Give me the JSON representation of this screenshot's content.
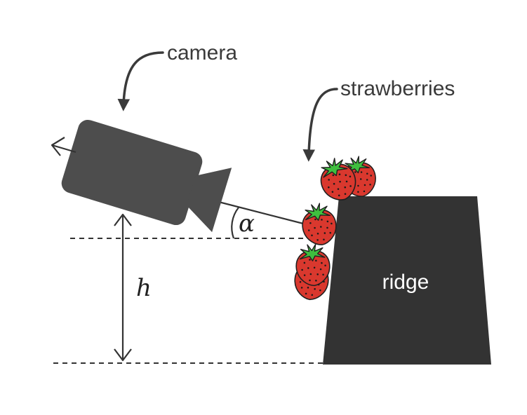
{
  "labels": {
    "camera": "camera",
    "strawberries": "strawberries",
    "ridge": "ridge",
    "angle": "α",
    "height": "h"
  },
  "colors": {
    "camera_body": "#4d4d4d",
    "ridge_fill": "#333333",
    "strawberry_red": "#d9382e",
    "strawberry_leaf": "#3fbf3f",
    "line": "#333333"
  },
  "icons": {
    "camera": "video-camera-icon",
    "strawberry": "strawberry-icon"
  }
}
